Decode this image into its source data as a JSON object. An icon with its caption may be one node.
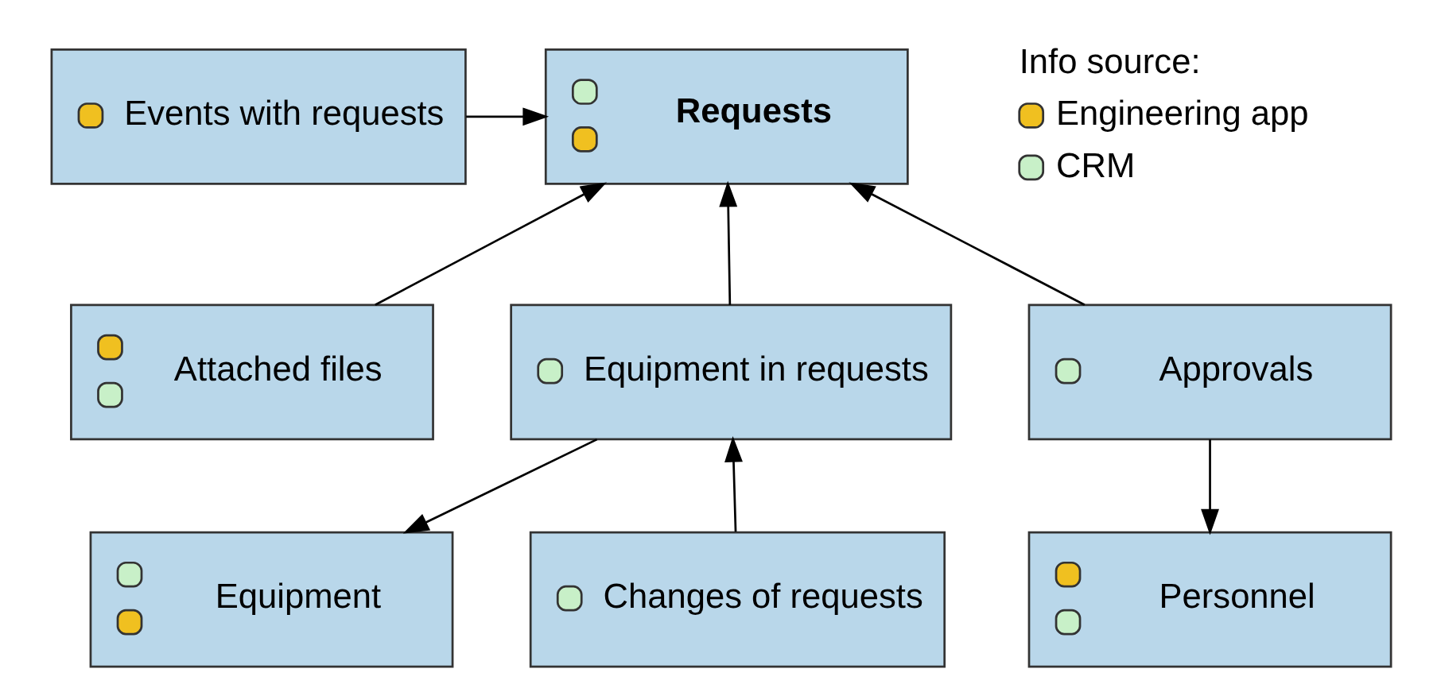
{
  "diagram": {
    "nodes": [
      {
        "text": [
          "Events with requests"
        ]
      },
      {
        "text": [
          "Requests"
        ]
      },
      {
        "text": [
          "Attached files"
        ]
      },
      {
        "text": [
          "Equipment in requests"
        ]
      },
      {
        "text": [
          "Approvals"
        ]
      },
      {
        "text": [
          "Equipment"
        ]
      },
      {
        "text": [
          "Changes of requests"
        ]
      },
      {
        "text": [
          "Personnel"
        ]
      }
    ],
    "edges": [
      {
        "from": 0,
        "to": 1,
        "arrow": "to"
      },
      {
        "from": 2,
        "to": 1,
        "arrow": "to"
      },
      {
        "from": 3,
        "to": 1,
        "arrow": "to"
      },
      {
        "from": 4,
        "to": 1,
        "arrow": "to"
      },
      {
        "from": 3,
        "to": 5,
        "arrow": "to"
      },
      {
        "from": 6,
        "to": 3,
        "arrow": "to"
      },
      {
        "from": 4,
        "to": 7,
        "arrow": "to"
      }
    ],
    "labels": [
      "Info source:"
    ],
    "legend": [
      {
        "text": "Engineering app",
        "color": "#f0c020"
      },
      {
        "text": "CRM",
        "color": "#c8f0c8"
      }
    ]
  }
}
